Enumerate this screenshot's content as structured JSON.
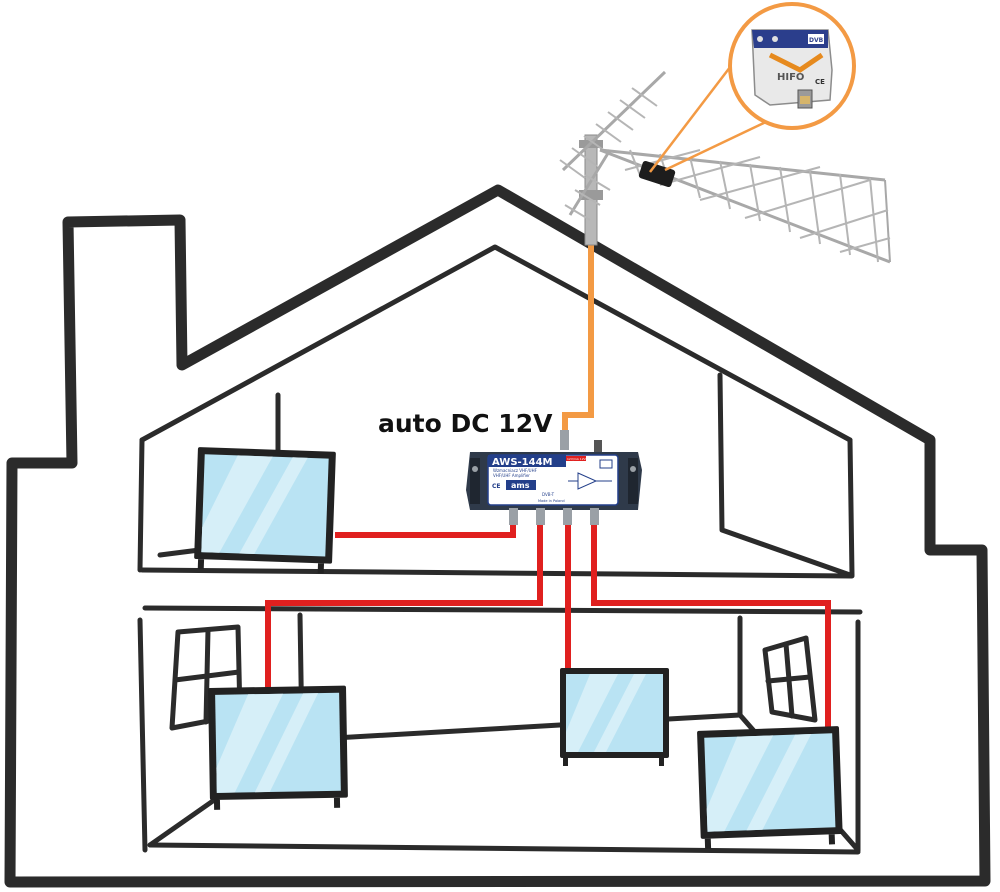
{
  "power_label": "auto DC 12V",
  "amplifier": {
    "model": "AWS-144M",
    "subtitle": "Wzmacniacz VHF/UHF",
    "subtitle2": "VHF/UHF Amplifier",
    "brand": "ams",
    "port_label": "DVB-T",
    "made_in": "Made in Poland",
    "ce_mark": "CE",
    "top_label": "12V/mA 12Vdc"
  },
  "head_module": {
    "brand": "HIFO",
    "ce_mark": "CE",
    "badge": "DVB"
  },
  "colors": {
    "outline": "#2b2b2b",
    "coax_out": "#e0201f",
    "coax_in": "#f39a44",
    "tv_screen": "#b9e3f3",
    "amp_body": "#2f3a4a"
  },
  "icons": [
    "antenna-icon",
    "amplifier-icon",
    "tv-icon",
    "window-icon",
    "head-amplifier-icon"
  ]
}
